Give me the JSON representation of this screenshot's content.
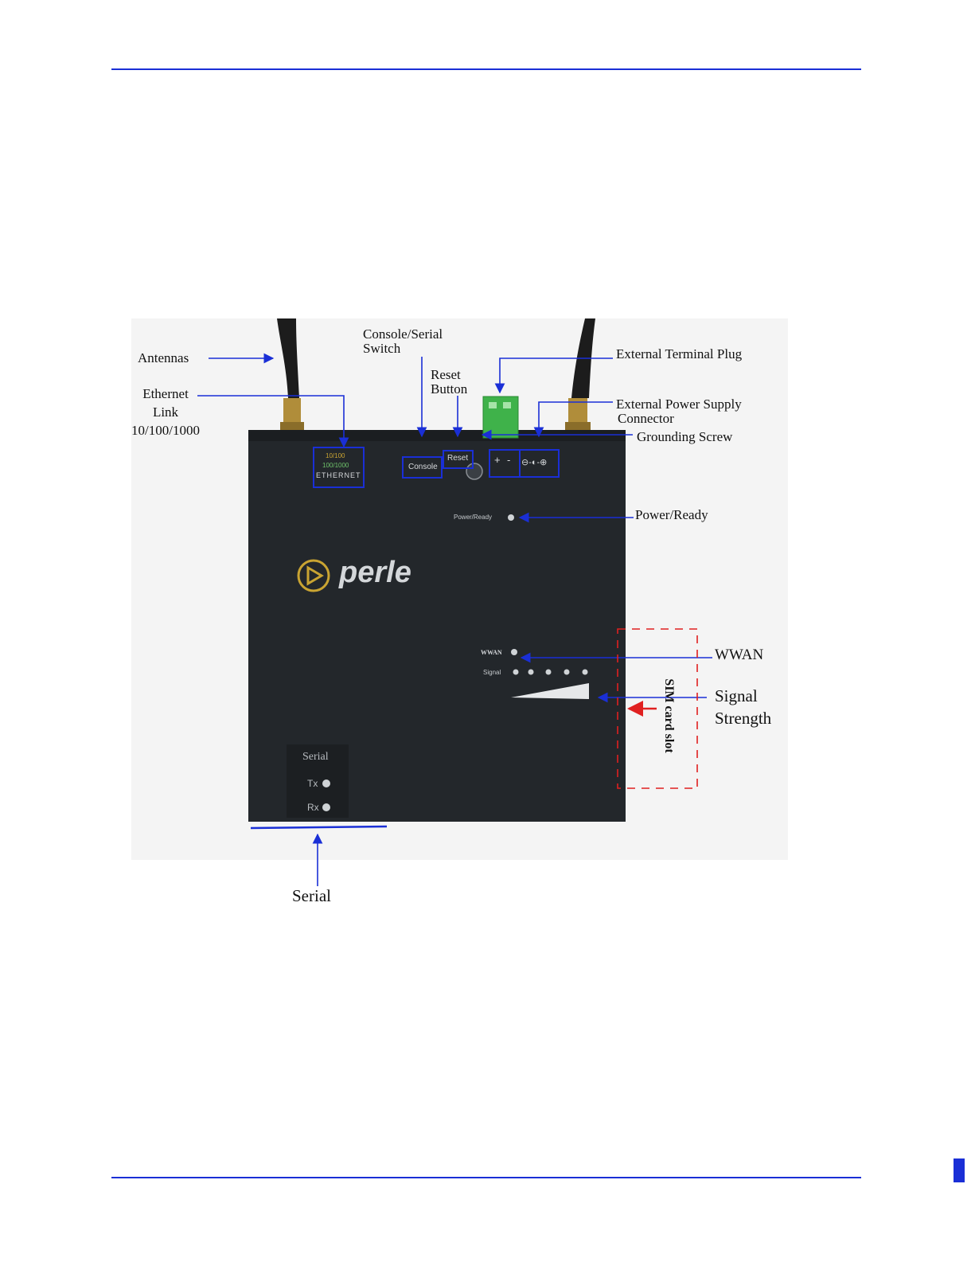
{
  "labels": {
    "antennas": "Antennas",
    "ethernet_link": [
      "Ethernet",
      "Link",
      "10/100/1000"
    ],
    "console_switch": [
      "Console/Serial",
      "Switch"
    ],
    "reset_button": [
      "Reset",
      "Button"
    ],
    "terminal_plug": "External Terminal Plug",
    "power_supply": [
      "External Power Supply",
      "Connector"
    ],
    "grounding_screw": "Grounding Screw",
    "power_ready": "Power/Ready",
    "wwan": "WWAN",
    "signal_strength": [
      "Signal",
      "Strength"
    ],
    "sim_slot": "SIM card slot",
    "serial": "Serial"
  },
  "device": {
    "brand": "perle",
    "ethernet_speed_1": "10/100",
    "ethernet_speed_2": "100/1000",
    "ethernet_label": "ETHERNET",
    "console_label": "Console",
    "reset_label": "Reset",
    "plus": "+",
    "minus": "-",
    "power_symbol": "⊖-◐-⊕",
    "power_ready_label": "Power/Ready",
    "wwan_label": "WWAN",
    "signal_label": "Signal",
    "serial_label": "Serial",
    "tx_label": "Tx",
    "rx_label": "Rx"
  },
  "colors": {
    "annotation": "#1a2fd6",
    "device_body": "#23272b",
    "terminal_plug": "#3fb24a",
    "sim_highlight": "#e02020"
  }
}
